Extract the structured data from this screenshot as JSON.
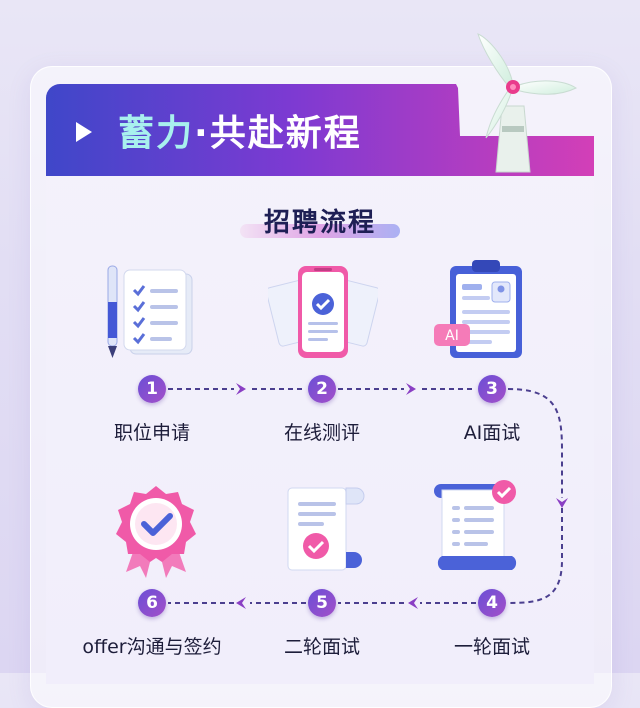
{
  "banner": {
    "title_part1": "蓄力",
    "title_dot": "·",
    "title_part2": "共赴新程"
  },
  "section": {
    "title": "招聘流程"
  },
  "steps": [
    {
      "number": "1",
      "label": "职位申请"
    },
    {
      "number": "2",
      "label": "在线测评"
    },
    {
      "number": "3",
      "label": "AI面试",
      "badge": "AI"
    },
    {
      "number": "4",
      "label": "一轮面试"
    },
    {
      "number": "5",
      "label": "二轮面试"
    },
    {
      "number": "6",
      "label": "offer沟通与签约"
    }
  ],
  "icons": [
    "document-checklist-icon",
    "phone-check-icon",
    "clipboard-ai-icon",
    "scroll-check-icon",
    "paper-check-icon",
    "award-badge-icon"
  ],
  "colors": {
    "banner_start": "#3f47c9",
    "banner_end": "#d33fb7",
    "step_circle": "#7b4fd3",
    "arrow": "#8a3fc4"
  }
}
